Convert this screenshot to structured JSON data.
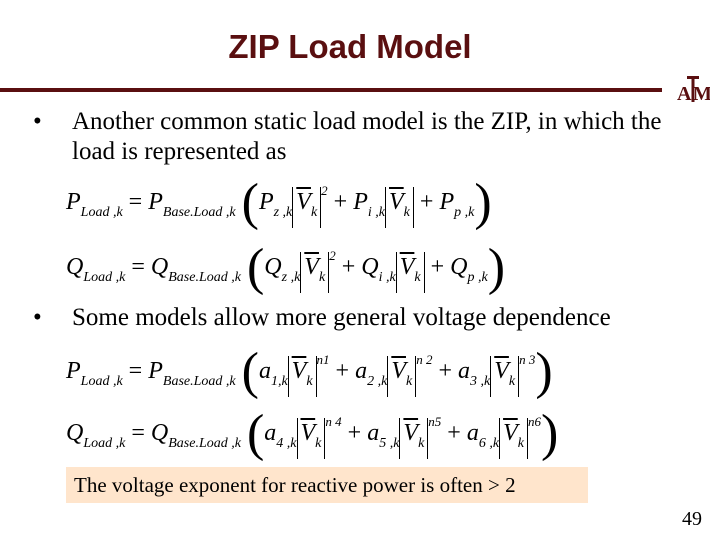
{
  "title": "ZIP Load Model",
  "bullets": [
    {
      "symbol": "•",
      "text": "Another common static load model is the ZIP, in which the load is represented as"
    },
    {
      "symbol": "•",
      "text": "Some models allow more general voltage dependence"
    }
  ],
  "eq1": {
    "lhs": "P",
    "lhs_sub": "Load ,k",
    "eq": "=",
    "base": "P",
    "base_sub": "Base.Load ,k",
    "t1": "P",
    "t1_sub": "z ,k",
    "v": "V",
    "v_sub": "k",
    "t1_exp": "2",
    "plus": "+",
    "t2": "P",
    "t2_sub": "i ,k",
    "t3": "P",
    "t3_sub": "p ,k"
  },
  "eq2": {
    "lhs": "Q",
    "lhs_sub": "Load ,k",
    "eq": "=",
    "base": "Q",
    "base_sub": "Base.Load ,k",
    "t1": "Q",
    "t1_sub": "z ,k",
    "v": "V",
    "v_sub": "k",
    "t1_exp": "2",
    "plus": "+",
    "t2": "Q",
    "t2_sub": "i ,k",
    "t3": "Q",
    "t3_sub": "p ,k"
  },
  "eq3": {
    "lhs": "P",
    "lhs_sub": "Load ,k",
    "eq": "=",
    "base": "P",
    "base_sub": "Base.Load ,k",
    "a1": "a",
    "a1_sub": "1,k",
    "e1": "n1",
    "a2": "a",
    "a2_sub": "2 ,k",
    "e2": "n 2",
    "a3": "a",
    "a3_sub": "3 ,k",
    "e3": "n 3",
    "v": "V",
    "v_sub": "k",
    "plus": "+"
  },
  "eq4": {
    "lhs": "Q",
    "lhs_sub": "Load ,k",
    "eq": "=",
    "base": "Q",
    "base_sub": "Base.Load ,k",
    "a1": "a",
    "a1_sub": "4 ,k",
    "e1": "n 4",
    "a2": "a",
    "a2_sub": "5 ,k",
    "e2": "n5",
    "a3": "a",
    "a3_sub": "6 ,k",
    "e3": "n6",
    "v": "V",
    "v_sub": "k",
    "plus": "+"
  },
  "note": "The voltage exponent for reactive power is often > 2",
  "page_number": "49",
  "logo": {
    "text": "ATM",
    "icon": "texas-am-logo",
    "color": "#5a0f10"
  }
}
